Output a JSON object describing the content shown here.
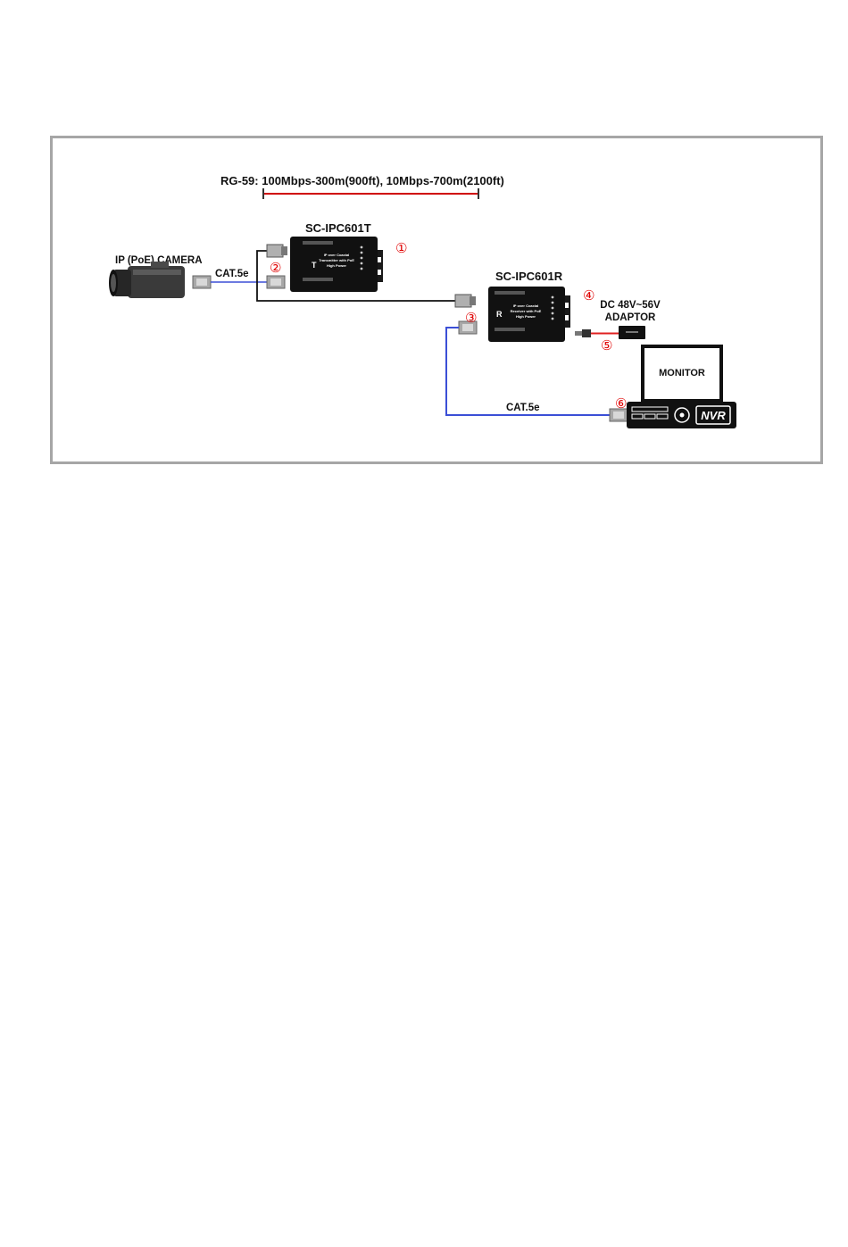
{
  "range_label": "RG-59: 100Mbps-300m(900ft), 10Mbps-700m(2100ft)",
  "transmitter": {
    "model": "SC-IPC601T",
    "letter": "T",
    "face_line1": "IP over Coaxial",
    "face_line2": "Transmitter with PoE",
    "face_line3": "High Power"
  },
  "receiver": {
    "model": "SC-IPC601R",
    "letter": "R",
    "face_line1": "IP over Coaxial",
    "face_line2": "Receiver with PoE",
    "face_line3": "High Power"
  },
  "camera_label": "IP (PoE) CAMERA",
  "cable_left_label": "CAT.5e",
  "cable_bottom_label": "CAT.5e",
  "adaptor_label": {
    "line1": "DC 48V~56V",
    "line2": "ADAPTOR"
  },
  "monitor_label": "MONITOR",
  "nvr_label": "NVR",
  "markers": [
    "①",
    "②",
    "③",
    "④",
    "⑤",
    "⑥"
  ],
  "colors": {
    "range_line": "#d00000",
    "cat5_cable": "#3b4fd6",
    "coax_cable": "#111111",
    "dc_cable": "#e02020",
    "marker": "#e00000",
    "frame_border": "#a6a6a6"
  }
}
